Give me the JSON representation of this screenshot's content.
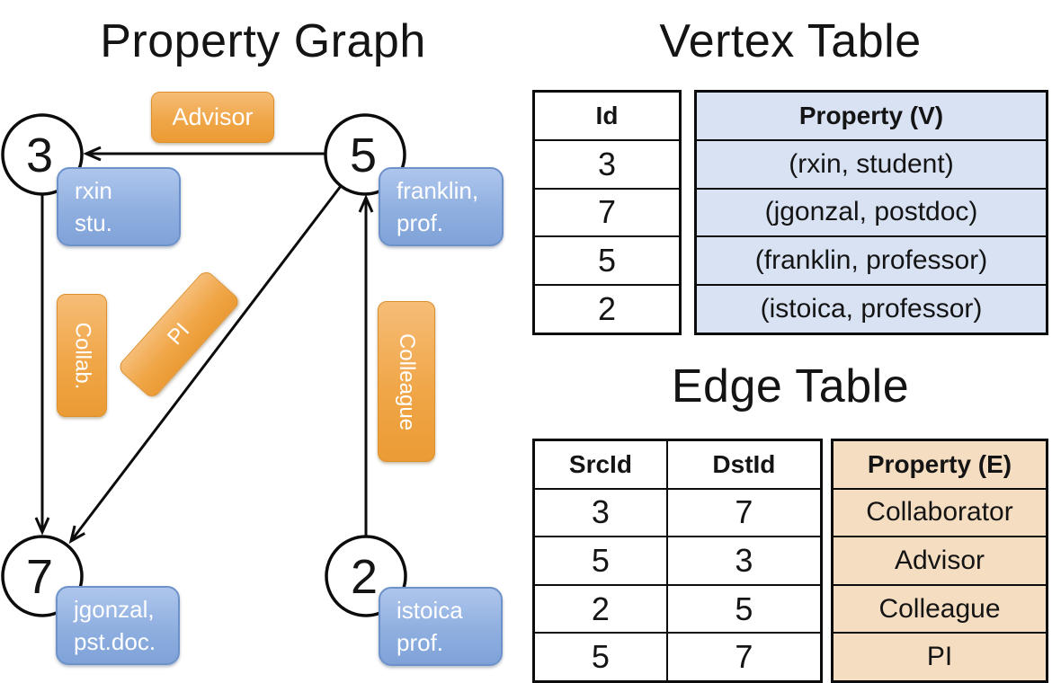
{
  "graph": {
    "title": "Property Graph",
    "nodes": [
      {
        "id": "3"
      },
      {
        "id": "5"
      },
      {
        "id": "7"
      },
      {
        "id": "2"
      }
    ],
    "edge_chips": {
      "advisor": "Advisor",
      "collab": "Collab.",
      "pi": "PI",
      "colleague": "Colleague"
    },
    "prop_chips": {
      "rxin": {
        "line1": "rxin",
        "line2": "stu."
      },
      "franklin": {
        "line1": "franklin,",
        "line2": "prof."
      },
      "jgonzal": {
        "line1": "jgonzal,",
        "line2": "pst.doc."
      },
      "istoica": {
        "line1": "istoica",
        "line2": "prof."
      }
    }
  },
  "vertex_table": {
    "title": "Vertex Table",
    "columns": {
      "id": "Id",
      "property": "Property (V)"
    },
    "rows": [
      {
        "id": "3",
        "property": "(rxin, student)"
      },
      {
        "id": "7",
        "property": "(jgonzal, postdoc)"
      },
      {
        "id": "5",
        "property": "(franklin, professor)"
      },
      {
        "id": "2",
        "property": "(istoica, professor)"
      }
    ]
  },
  "edge_table": {
    "title": "Edge Table",
    "columns": {
      "src": "SrcId",
      "dst": "DstId",
      "property": "Property (E)"
    },
    "rows": [
      {
        "src": "3",
        "dst": "7",
        "property": "Collaborator"
      },
      {
        "src": "5",
        "dst": "3",
        "property": "Advisor"
      },
      {
        "src": "2",
        "dst": "5",
        "property": "Colleague"
      },
      {
        "src": "5",
        "dst": "7",
        "property": "PI"
      }
    ]
  },
  "colors": {
    "edge_chip_orange": "#F0A648",
    "vertex_chip_blue": "#8FAFE0",
    "vertex_property_fill": "#D8E2F3",
    "edge_property_fill": "#F5DDC1",
    "line_black": "#0c0c0c"
  }
}
